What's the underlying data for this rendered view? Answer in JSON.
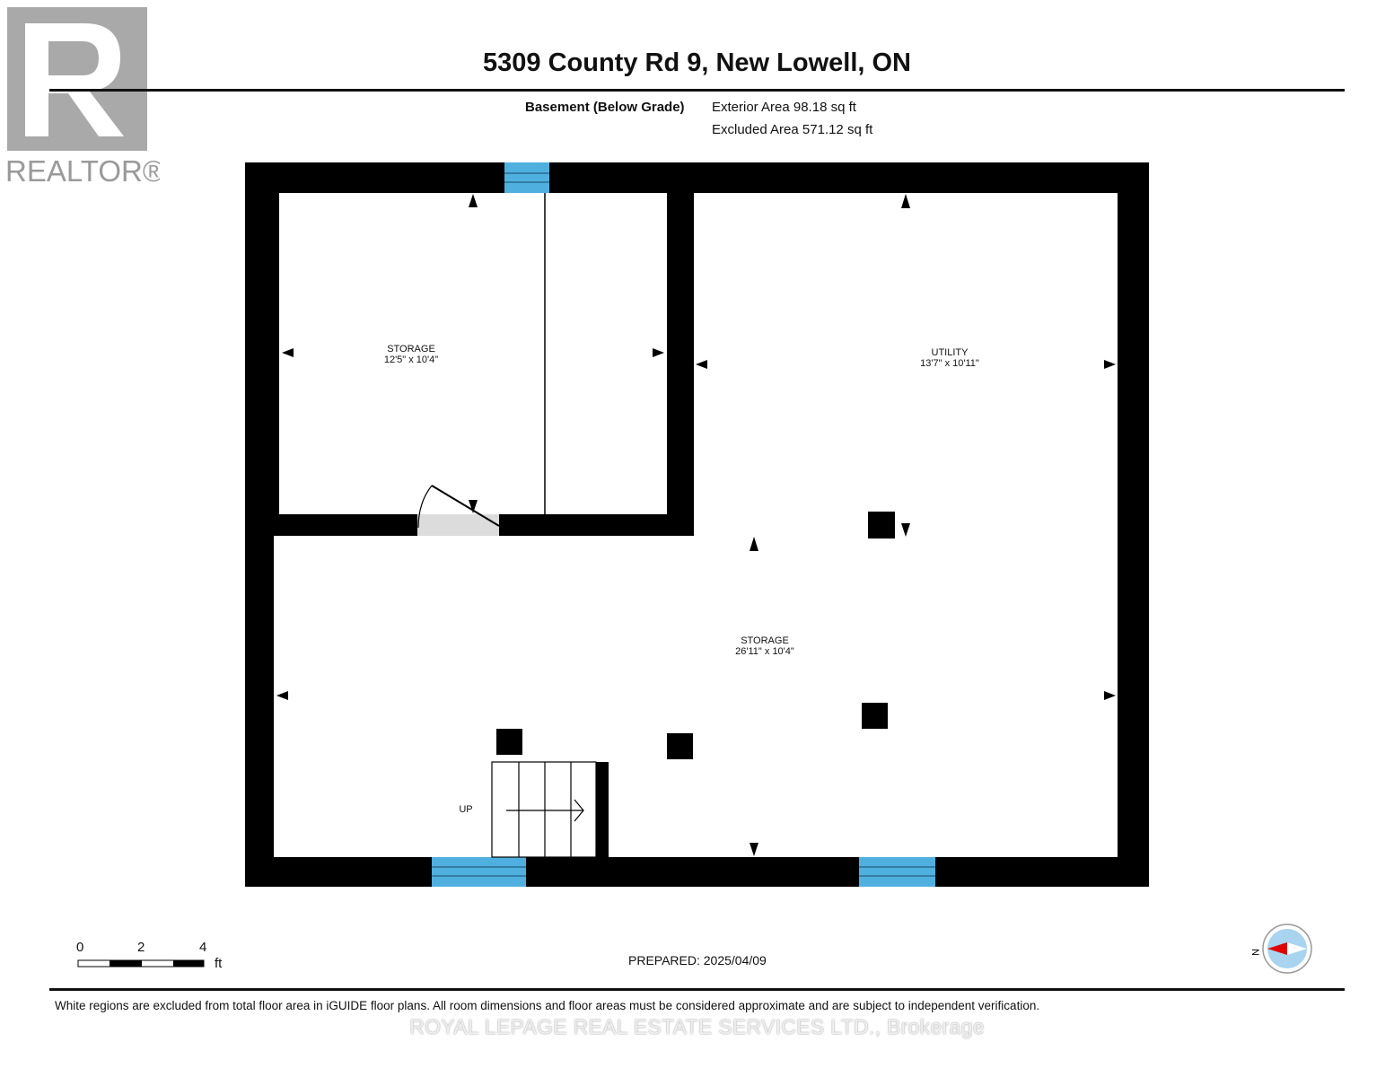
{
  "header": {
    "title": "5309 County Rd 9, New Lowell, ON"
  },
  "floor": {
    "name": "Basement (Below Grade)",
    "exterior_area": "Exterior Area 98.18 sq ft",
    "excluded_area": "Excluded Area 571.12 sq ft"
  },
  "rooms": [
    {
      "name": "STORAGE",
      "dims": "12'5\" x 10'4\""
    },
    {
      "name": "UTILITY",
      "dims": "13'7\" x 10'11\""
    },
    {
      "name": "STORAGE",
      "dims": "26'11\" x 10'4\""
    }
  ],
  "stairs": {
    "label": "UP"
  },
  "scale_bar": {
    "ticks": [
      "0",
      "2",
      "4"
    ],
    "unit": "ft"
  },
  "prepared": "PREPARED: 2025/04/09",
  "compass": {
    "label": "N"
  },
  "footer": {
    "disclaimer": "White regions are excluded from total floor area in iGUIDE floor plans. All room dimensions and floor areas must be considered approximate and are subject to independent verification.",
    "watermark": "ROYAL LEPAGE REAL ESTATE SERVICES LTD., Brokerage"
  },
  "logo": {
    "text": "REALTOR®"
  },
  "colors": {
    "wall": "#000000",
    "window": "#4fb0e0",
    "door_swing": "#dcdcdc",
    "compass_needle": "#e00000",
    "compass_face": "#a8d4ef"
  }
}
